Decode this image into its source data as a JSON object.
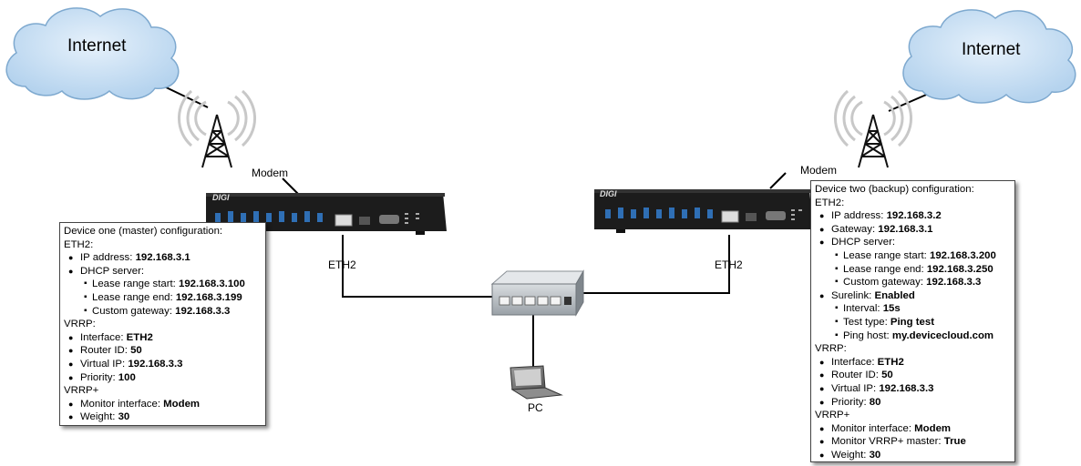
{
  "clouds": {
    "left": "Internet",
    "right": "Internet"
  },
  "labels": {
    "modem_left": "Modem",
    "modem_right": "Modem",
    "eth2_left": "ETH2",
    "eth2_right": "ETH2",
    "pc": "PC"
  },
  "device_one": {
    "title": "Device one (master) configuration:",
    "eth2_header": "ETH2:",
    "ip_label": "IP address: ",
    "ip_value": "192.168.3.1",
    "dhcp_label": "DHCP server:",
    "lease_start_label": "Lease range start: ",
    "lease_start_value": "192.168.3.100",
    "lease_end_label": "Lease range end: ",
    "lease_end_value": "192.168.3.199",
    "gateway_label": "Custom gateway: ",
    "gateway_value": "192.168.3.3",
    "vrrp_header": "VRRP:",
    "interface_label": "Interface: ",
    "interface_value": "ETH2",
    "router_id_label": "Router ID: ",
    "router_id_value": "50",
    "virtual_ip_label": "Virtual IP: ",
    "virtual_ip_value": "192.168.3.3",
    "priority_label": "Priority: ",
    "priority_value": "100",
    "vrrp_plus_header": "VRRP+",
    "monitor_label": "Monitor interface: ",
    "monitor_value": "Modem",
    "weight_label": "Weight: ",
    "weight_value": "30"
  },
  "device_two": {
    "title": "Device two (backup) configuration:",
    "eth2_header": "ETH2:",
    "ip_label": "IP address: ",
    "ip_value": "192.168.3.2",
    "gw_label": "Gateway: ",
    "gw_value": "192.168.3.1",
    "dhcp_label": "DHCP server:",
    "lease_start_label": "Lease range start: ",
    "lease_start_value": "192.168.3.200",
    "lease_end_label": "Lease range end: ",
    "lease_end_value": "192.168.3.250",
    "gateway_label": "Custom gateway: ",
    "gateway_value": "192.168.3.3",
    "surelink_label": "Surelink: ",
    "surelink_value": "Enabled",
    "interval_label": "Interval: ",
    "interval_value": "15s",
    "test_type_label": "Test type: ",
    "test_type_value": "Ping test",
    "ping_host_label": "Ping host: ",
    "ping_host_value": "my.devicecloud.com",
    "vrrp_header": "VRRP:",
    "interface_label": "Interface: ",
    "interface_value": "ETH2",
    "router_id_label": "Router ID: ",
    "router_id_value": "50",
    "virtual_ip_label": "Virtual IP: ",
    "virtual_ip_value": "192.168.3.3",
    "priority_label": "Priority: ",
    "priority_value": "80",
    "vrrp_plus_header": "VRRP+",
    "monitor_label": "Monitor interface: ",
    "monitor_value": "Modem",
    "monitor_master_label": "Monitor VRRP+ master: ",
    "monitor_master_value": "True",
    "weight_label": "Weight: ",
    "weight_value": "30"
  },
  "router_brand": "DIGI",
  "colors": {
    "cloud_fill": "#c6def3",
    "cloud_stroke": "#7ea9cf",
    "router_body": "#1c1c1c",
    "usb_port": "#2f6fb5",
    "line": "#000000"
  }
}
